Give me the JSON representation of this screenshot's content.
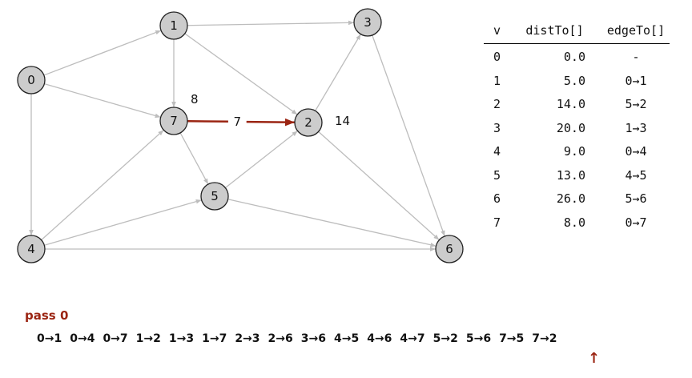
{
  "nodes": [
    {
      "id": "0",
      "label": "0"
    },
    {
      "id": "1",
      "label": "1"
    },
    {
      "id": "2",
      "label": "2"
    },
    {
      "id": "3",
      "label": "3"
    },
    {
      "id": "4",
      "label": "4"
    },
    {
      "id": "5",
      "label": "5"
    },
    {
      "id": "6",
      "label": "6"
    },
    {
      "id": "7",
      "label": "7"
    }
  ],
  "edges": [
    {
      "from": "0",
      "to": "1"
    },
    {
      "from": "0",
      "to": "7"
    },
    {
      "from": "0",
      "to": "4"
    },
    {
      "from": "1",
      "to": "3"
    },
    {
      "from": "1",
      "to": "7"
    },
    {
      "from": "1",
      "to": "2"
    },
    {
      "from": "2",
      "to": "3"
    },
    {
      "from": "2",
      "to": "6"
    },
    {
      "from": "3",
      "to": "6"
    },
    {
      "from": "4",
      "to": "7"
    },
    {
      "from": "4",
      "to": "5"
    },
    {
      "from": "4",
      "to": "6"
    },
    {
      "from": "5",
      "to": "2"
    },
    {
      "from": "5",
      "to": "6"
    },
    {
      "from": "7",
      "to": "5"
    },
    {
      "from": "7",
      "to": "2",
      "highlight": true,
      "weight": "7"
    }
  ],
  "node_annotations": [
    {
      "node": "7",
      "text": "8"
    },
    {
      "node": "2",
      "text": "14"
    }
  ],
  "colors": {
    "node_fill": "#cccccc",
    "node_stroke": "#222222",
    "edge": "#bdbdbd",
    "highlight": "#9b2513"
  },
  "table": {
    "headers": {
      "v": "v",
      "dist": "distTo[]",
      "edge": "edgeTo[]"
    },
    "rows": [
      {
        "v": "0",
        "dist": "0.0",
        "edge": "-"
      },
      {
        "v": "1",
        "dist": "5.0",
        "edge": "0→1"
      },
      {
        "v": "2",
        "dist": "14.0",
        "edge": "5→2"
      },
      {
        "v": "3",
        "dist": "20.0",
        "edge": "1→3"
      },
      {
        "v": "4",
        "dist": "9.0",
        "edge": "0→4"
      },
      {
        "v": "5",
        "dist": "13.0",
        "edge": "4→5"
      },
      {
        "v": "6",
        "dist": "26.0",
        "edge": "5→6"
      },
      {
        "v": "7",
        "dist": "8.0",
        "edge": "0→7"
      }
    ]
  },
  "pass_label": "pass 0",
  "edge_sequence": [
    "0→1",
    "0→4",
    "0→7",
    "1→2",
    "1→3",
    "1→7",
    "2→3",
    "2→6",
    "3→6",
    "4→5",
    "4→6",
    "4→7",
    "5→2",
    "5→6",
    "7→5",
    "7→2"
  ],
  "pointer_glyph": "↑"
}
